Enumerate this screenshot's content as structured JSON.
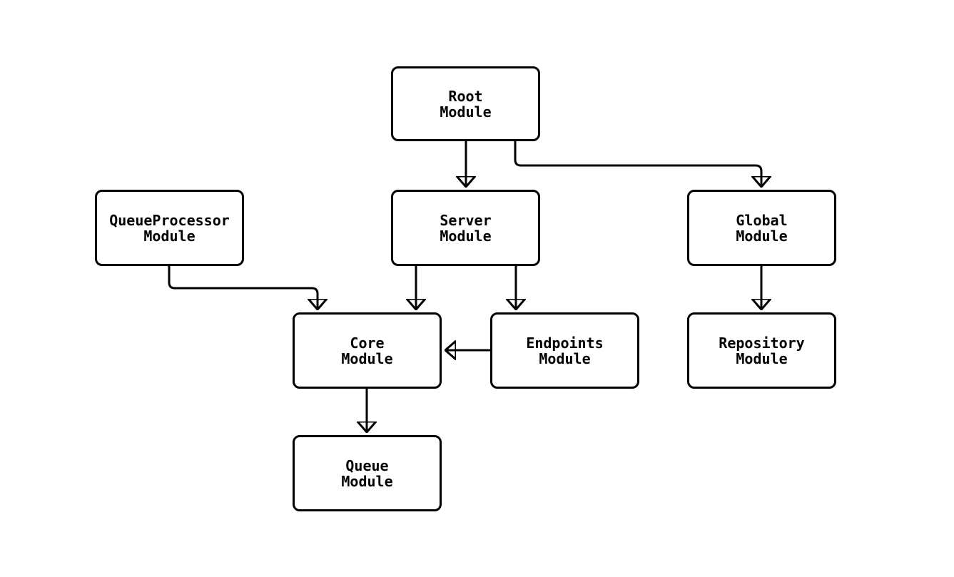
{
  "diagram": {
    "type": "module-dependency-flowchart",
    "direction": "top-down",
    "colors": {
      "background": "#ffffff",
      "node_fill": "#ffffff",
      "node_border": "#000000",
      "edge": "#000000",
      "text": "#000000"
    },
    "nodes": {
      "root": {
        "label": "Root\nModule"
      },
      "queue_processor": {
        "label": "QueueProcessor\nModule"
      },
      "server": {
        "label": "Server\nModule"
      },
      "global": {
        "label": "Global\nModule"
      },
      "core": {
        "label": "Core\nModule"
      },
      "endpoints": {
        "label": "Endpoints\nModule"
      },
      "repository": {
        "label": "Repository\nModule"
      },
      "queue": {
        "label": "Queue\nModule"
      }
    },
    "edges": [
      {
        "from": "Root Module",
        "to": "Server Module"
      },
      {
        "from": "Root Module",
        "to": "Global Module"
      },
      {
        "from": "QueueProcessor Module",
        "to": "Core Module"
      },
      {
        "from": "Server Module",
        "to": "Core Module"
      },
      {
        "from": "Server Module",
        "to": "Endpoints Module"
      },
      {
        "from": "Endpoints Module",
        "to": "Core Module"
      },
      {
        "from": "Global Module",
        "to": "Repository Module"
      },
      {
        "from": "Core Module",
        "to": "Queue Module"
      }
    ]
  }
}
